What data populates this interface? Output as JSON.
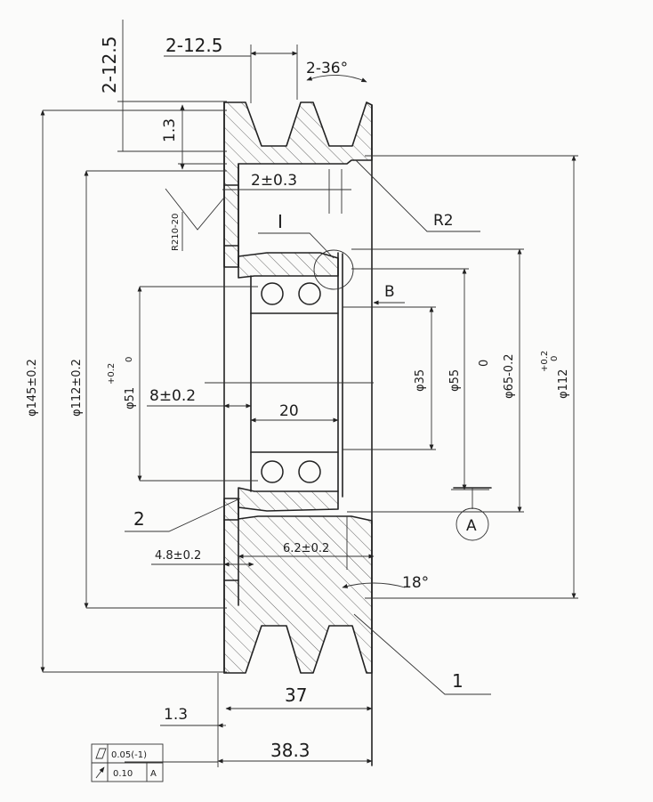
{
  "dimensions": {
    "top_groove_pitch": "2-12.5",
    "top_vertical_pitch": "2-12.5",
    "groove_angle": "2-36°",
    "rim_thickness": "1.3",
    "recess_depth": "2±0.3",
    "radius": "R2",
    "roughness": "R210-20",
    "detail_label": "I",
    "section_label": "B",
    "outer_dia": "φ145±0.2",
    "pitch_dia_left": "φ112±0.2",
    "bearing_od_tol_upper": "+0.2",
    "bearing_od_tol_lower": "0",
    "bearing_od": "φ51",
    "shoulder_width": "8±0.2",
    "bearing_width": "20",
    "bore_dia": "φ35",
    "shoulder_dia": "φ55",
    "hub_dia_tol_upper": "0",
    "hub_dia": "φ65-0.2",
    "pitch_dia_right_tol_upper": "+0.2",
    "pitch_dia_right_tol_lower": "0",
    "pitch_dia_right": "φ112",
    "item_2": "2",
    "datum": "A",
    "web_width": "4.8±0.2",
    "web_offset": "6.2±0.2",
    "groove_angle_bottom": "18°",
    "item_1": "1",
    "bottom_rim": "1.3",
    "groove_span": "37",
    "overall_width": "38.3"
  },
  "tolerance_frame": {
    "row1_value": "0.05(-1)",
    "row2_value": "0.10",
    "row2_datum": "A"
  }
}
